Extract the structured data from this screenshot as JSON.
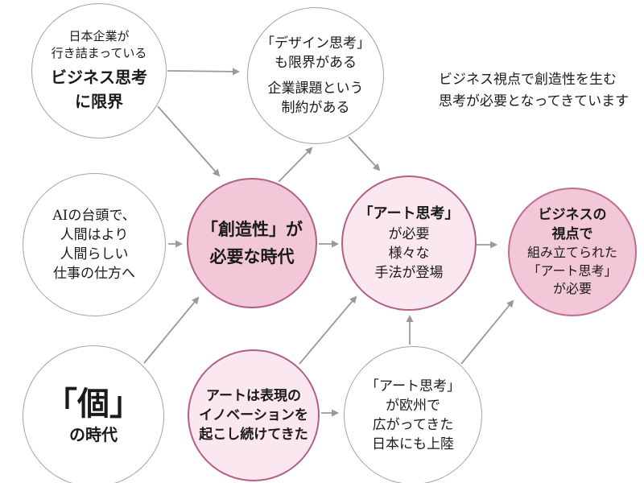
{
  "diagram": {
    "annotation": {
      "line1": "ビジネス視点で創造性を生む",
      "line2": "思考が必要となってきています"
    },
    "nodes": {
      "business_limit": {
        "sub": [
          "日本企業が",
          "行き詰まっている"
        ],
        "main": [
          "ビジネス思考",
          "に限界"
        ]
      },
      "design_limit": {
        "top": [
          "「デザイン思考」",
          "も限界がある"
        ],
        "bottom": [
          "企業課題という",
          "制約がある"
        ]
      },
      "ai_shift": {
        "lines": [
          "AIの台頭で、",
          "人間はより",
          "人間らしい",
          "仕事の仕方へ"
        ]
      },
      "creativity_era": {
        "lines": [
          "「創造性」が",
          "必要な時代"
        ]
      },
      "art_thinking": {
        "title": "「アート思考」",
        "lines": [
          "が必要",
          "様々な",
          "手法が登場"
        ]
      },
      "business_art": {
        "title": [
          "ビジネスの",
          "視点で"
        ],
        "lines": [
          "組み立てられた",
          "「アート思考」",
          "が必要"
        ]
      },
      "individual_era": {
        "big": "「個」",
        "sub": "の時代"
      },
      "art_innovation": {
        "lines": [
          "アートは表現の",
          "イノベーションを",
          "起こし続けてきた"
        ]
      },
      "art_europe": {
        "lines": [
          "「アート思考」",
          "が欧州で",
          "広がってきた",
          "日本にも上陸"
        ]
      }
    },
    "colors": {
      "circle_border_gray": "#a3a3a3",
      "arrow_gray": "#999999",
      "pink_fill": "#f2c8d9",
      "pink_light_fill": "#fae7f0",
      "pink_border": "#b25e86",
      "pink_border_alt": "#bd6d92",
      "text": "#1a1a1a"
    }
  }
}
